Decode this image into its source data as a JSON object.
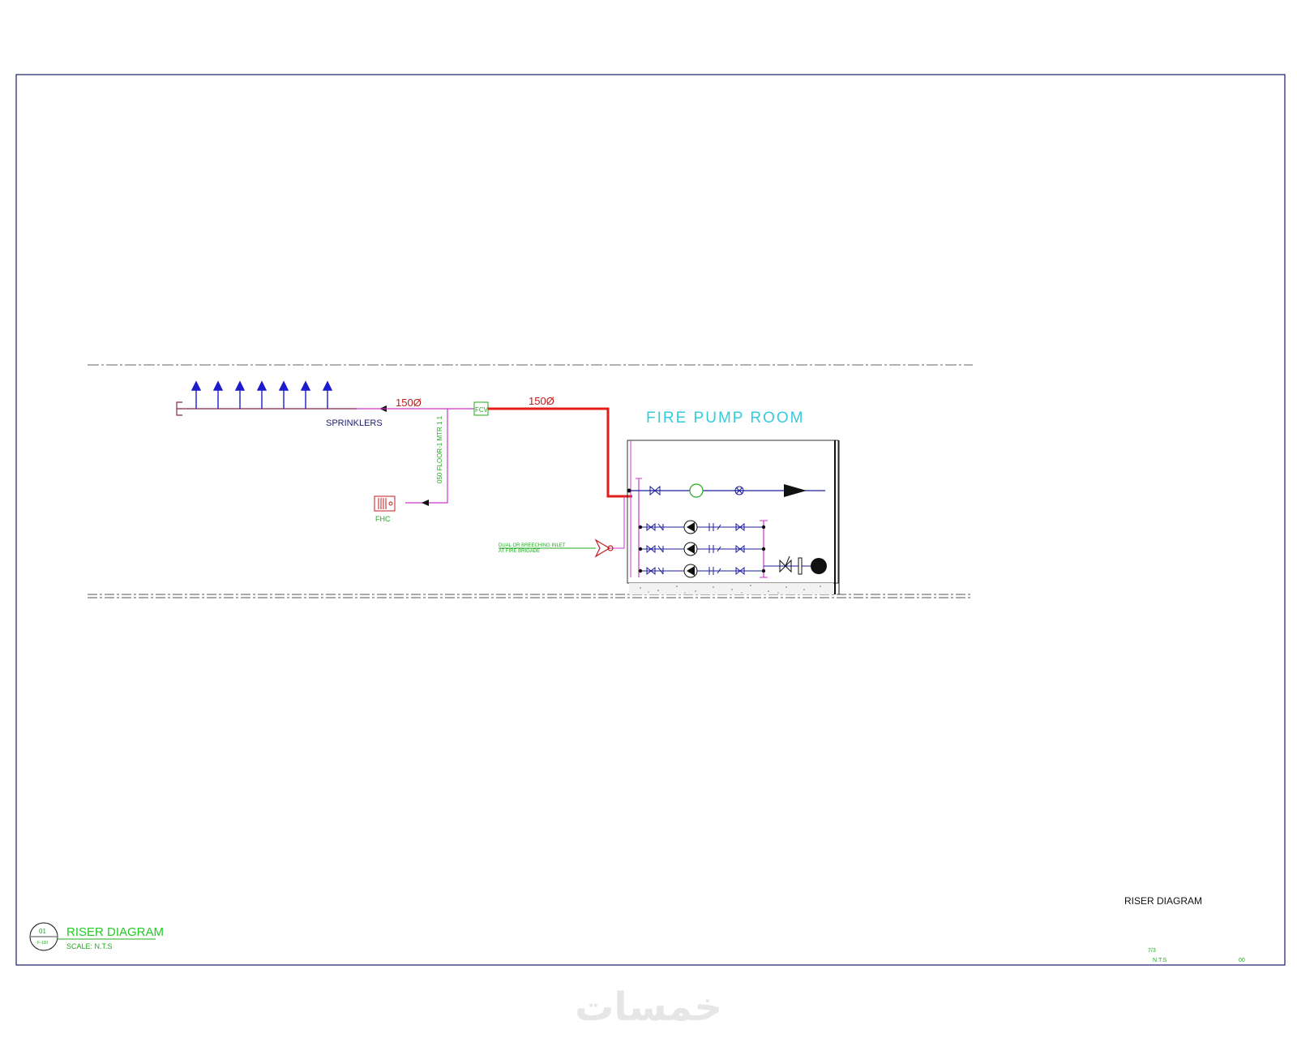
{
  "diagram": {
    "pipe_size_left": "150Ø",
    "pipe_size_right": "150Ø",
    "sprinklers_label": "SPRINKLERS",
    "fcv_label": "FCV",
    "fhc_label": "FHC",
    "riser_note": "050 FLOOR-1 MTR 1 1",
    "fire_pump_room_label": "FIRE PUMP ROOM",
    "fdc_note_line1": "DUAL OR BREECHING INLET",
    "fdc_note_line2": "AT FIRE BRIGADE"
  },
  "title_block": {
    "detail_number": "01",
    "detail_sheet": "F-100",
    "detail_title": "RISER DIAGRAM",
    "detail_scale": "SCALE: N.T.S",
    "sheet_title": "RISER DIAGRAM",
    "sheet_date": "7/3",
    "sheet_scale": "N.T.S",
    "sheet_number": "00"
  },
  "colors": {
    "main_pipe": "#e31c1c",
    "branch_pipe": "#cc33cc",
    "pump_line": "#1c1c9c",
    "sprinkler": "#1c1ccc",
    "note_green": "#22cc22",
    "room_label": "#33ccdd",
    "frame": "#1c1c6c"
  },
  "watermark": "خمسات"
}
